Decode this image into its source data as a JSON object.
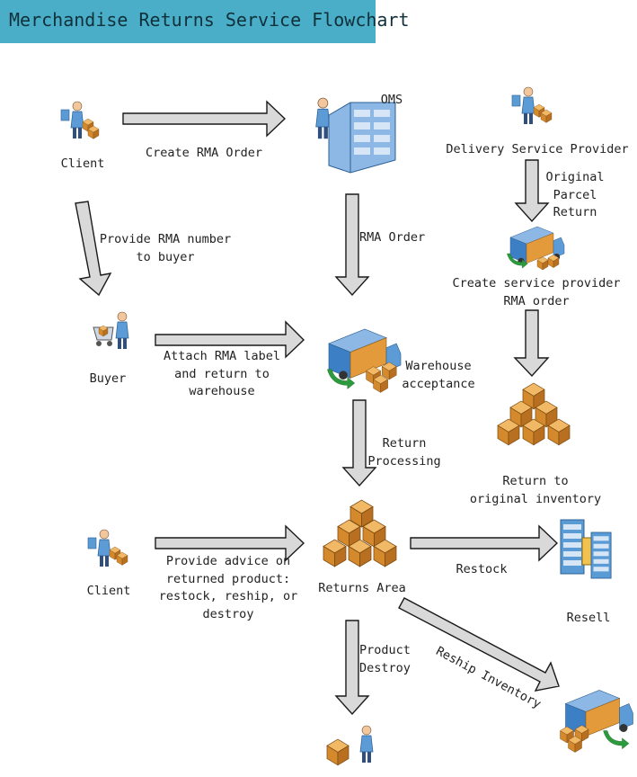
{
  "title": "Merchandise Returns Service Flowchart",
  "nodes": {
    "client_top": "Client",
    "oms": "OMS",
    "delivery_provider": "Delivery Service Provider",
    "buyer": "Buyer",
    "create_sp_rma": "Create service provider\nRMA order",
    "warehouse_acceptance": "Warehouse\nacceptance",
    "return_original_inventory": "Return to\noriginal inventory",
    "client_bottom": "Client",
    "returns_area": "Returns Area",
    "resell": "Resell"
  },
  "edges": {
    "create_rma_order": "Create RMA Order",
    "rma_order": "RMA Order",
    "original_parcel_return": "Original\nParcel\nReturn",
    "provide_rma_number": "Provide RMA number\nto buyer",
    "attach_rma_label": "Attach RMA label\nand return to\nwarehouse",
    "return_processing": "Return\nProcessing",
    "provide_advice": "Provide advice on\nreturned product:\nrestock, reship, or\ndestroy",
    "restock": "Restock",
    "product_destroy": "Product\nDestroy",
    "reship_inventory": "Reship Inventory"
  },
  "colors": {
    "title_bg": "#4aaec8",
    "arrow_fill": "#d9d9d9",
    "arrow_stroke": "#1a1a1a",
    "truck_blue": "#3d7fc4",
    "box_orange": "#e39a3b",
    "green_arrow": "#2e9a3e"
  },
  "icons": [
    "person-laptop-icon",
    "server-person-icon",
    "shopping-cart-person-icon",
    "delivery-truck-icon",
    "box-pile-icon",
    "server-rack-icon",
    "person-box-icon"
  ]
}
